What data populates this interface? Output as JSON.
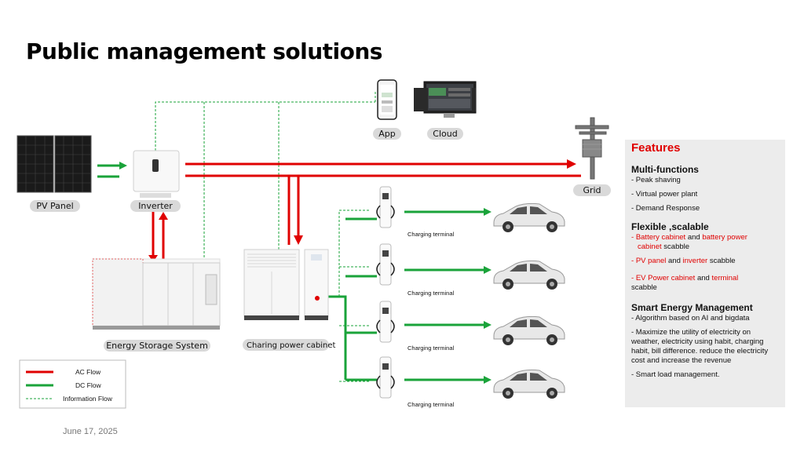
{
  "title": "Public management solutions",
  "date": "June 17, 2025",
  "labels": {
    "pv_panel": "PV Panel",
    "inverter": "Inverter",
    "app": "App",
    "cloud": "Cloud",
    "grid": "Grid",
    "ess": "Energy Storage System",
    "cabinet": "Charing power cabinet",
    "terminal": "Charging terminal"
  },
  "legend": {
    "ac": "AC Flow",
    "dc": "DC Flow",
    "info": "Information Flow"
  },
  "colors": {
    "ac": "#e00000",
    "dc": "#1aa33a",
    "info": "#1aa33a",
    "pill": "#d9d9d9",
    "features_bg": "#ececec"
  },
  "features": {
    "title": "Features",
    "multi": {
      "title": "Multi-functions",
      "items": [
        "- Peak shaving",
        "- Virtual power plant",
        "- Demand Response"
      ]
    },
    "flex": {
      "title": "Flexible ,scalable",
      "i1_a": "- ",
      "i1_b": "Battery cabinet",
      "i1_c": " and ",
      "i1_d": "battery power",
      "i1_e": "cabinet",
      "i1_f": " scabble",
      "i2_a": "- ",
      "i2_b": "PV panel",
      "i2_c": " and ",
      "i2_d": "inverter",
      "i2_e": " scabble",
      "i3_a": "- ",
      "i3_b": "EV Power cabinet",
      "i3_c": " and ",
      "i3_d": "terminal",
      "i3_e": "scabble"
    },
    "smart": {
      "title": "Smart Energy Management",
      "items": [
        "- Algorithm based on AI and bigdata",
        "- Maximize the utility of electricity on weather, electricity using habit, charging habit, bill difference. reduce the electricity cost and increase the revenue",
        "- Smart load management."
      ]
    }
  }
}
